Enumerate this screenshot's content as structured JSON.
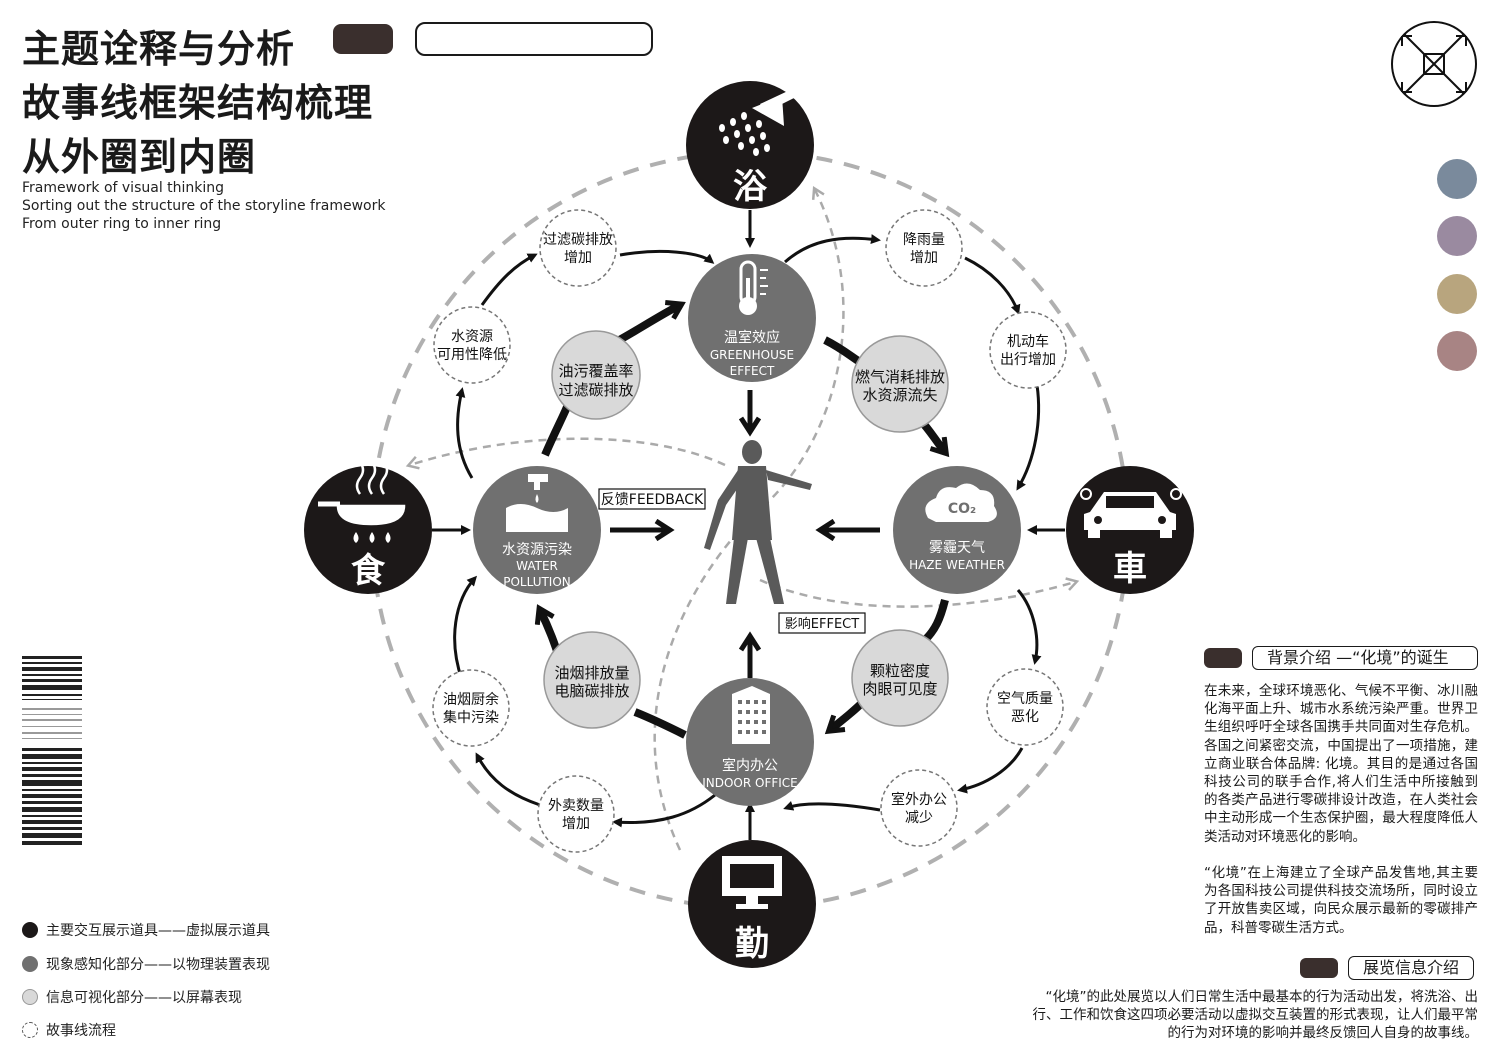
{
  "header": {
    "title_lines": [
      "主题诠释与分析",
      "故事线框架结构梳理",
      "从外圈到内圈"
    ],
    "subtitle_lines": [
      "Framework of visual thinking",
      "Sorting out the structure of the storyline framework",
      "From outer ring to inner ring"
    ]
  },
  "palette": {
    "swatches": [
      "#7a8a9c",
      "#9a8aa0",
      "#b8a57e",
      "#a88484"
    ],
    "black": "#1c1818",
    "mid_gray": "#707070",
    "light_gray": "#d9d9d9",
    "dashed_gray": "#aaaaaa"
  },
  "diagram": {
    "poles": {
      "bath": {
        "char": "浴",
        "icon": "shower-icon"
      },
      "food": {
        "char": "食",
        "icon": "frying-pan-icon"
      },
      "car": {
        "char": "車",
        "icon": "car-icon"
      },
      "work": {
        "char": "勤",
        "icon": "computer-monitor-icon"
      }
    },
    "hubs": {
      "greenhouse": {
        "cn": "温室效应",
        "en": [
          "GREENHOUSE",
          "EFFECT"
        ],
        "icon": "thermometer-icon"
      },
      "water": {
        "cn": "水资源污染",
        "en": [
          "WATER",
          "POLLUTION"
        ],
        "icon": "water-faucet-icon"
      },
      "haze": {
        "cn": "雾霾天气",
        "en": [
          "HAZE WEATHER"
        ],
        "icon": "co2-cloud-icon",
        "co2": "CO₂"
      },
      "office": {
        "cn": "室内办公",
        "en": [
          "INDOOR OFFICE"
        ],
        "icon": "office-building-icon"
      }
    },
    "inner_nodes": {
      "nw": [
        "油污覆盖率",
        "过滤碳排放"
      ],
      "ne": [
        "燃气消耗排放",
        "水资源流失"
      ],
      "sw": [
        "油烟排放量",
        "电脑碳排放"
      ],
      "se": [
        "颗粒密度",
        "肉眼可见度"
      ]
    },
    "outer_nodes": {
      "top_left": [
        "过滤碳排放",
        "增加"
      ],
      "left_upper": [
        "水资源",
        "可用性降低"
      ],
      "left_lower": [
        "油烟厨余",
        "集中污染"
      ],
      "bottom_left": [
        "外卖数量",
        "增加"
      ],
      "top_right": [
        "降雨量",
        "增加"
      ],
      "right_upper": [
        "机动车",
        "出行增加"
      ],
      "right_lower": [
        "空气质量",
        "恶化"
      ],
      "bottom_right": [
        "室外办公",
        "减少"
      ]
    },
    "labels": {
      "feedback": "反馈FEEDBACK",
      "effect": "影响EFFECT"
    }
  },
  "legend": [
    {
      "label": "主要交互展示道具——虚拟展示道具",
      "style": "black-dot"
    },
    {
      "label": "现象感知化部分——以物理装置表现",
      "style": "gray-dot"
    },
    {
      "label": "信息可视化部分——以屏幕表现",
      "style": "light-dot"
    },
    {
      "label": "故事线流程",
      "style": "dashed-dot"
    }
  ],
  "background": {
    "title": "背景介绍 —“化境”的诞生",
    "paragraph1": "在未来，全球环境恶化、气候不平衡、冰川融化海平面上升、城市水系统污染严重。世界卫生组织呼吁全球各国携手共同面对生存危机。 各国之间紧密交流，中国提出了一项措施，建立商业联合体品牌: 化境。其目的是通过各国科技公司的联手合作,将人们生活中所接触到的各类产品进行零碳排设计改造，在人类社会中主动形成一个生态保护圈，最大程度降低人类活动对环境恶化的影响。",
    "paragraph2": "“化境”在上海建立了全球产品发售地,其主要为各国科技公司提供科技交流场所，同时设立了开放售卖区域，向民众展示最新的零碳排产品，科普零碳生活方式。"
  },
  "exhibition": {
    "title": "展览信息介绍",
    "paragraph": "“化境”的此处展览以人们日常生活中最基本的行为活动出发，将洗浴、出行、工作和饮食这四项必要活动以虚拟交互装置的形式表现，让人们最平常的行为对环境的影响并最终反馈回人自身的故事线。"
  }
}
